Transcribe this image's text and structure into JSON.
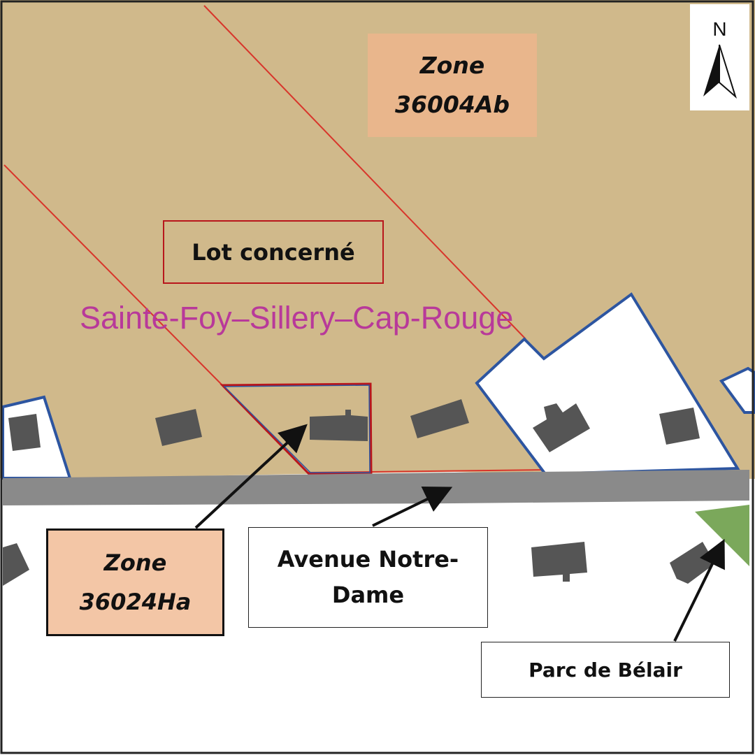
{
  "map": {
    "district": "Sainte-Foy–Sillery–Cap-Rouge",
    "north_letter": "N",
    "labels": {
      "zone_ab_line1": "Zone",
      "zone_ab_line2": "36004Ab",
      "lot": "Lot concerné",
      "zone_ha_line1": "Zone",
      "zone_ha_line2": "36024Ha",
      "street_line1": "Avenue Notre-",
      "street_line2": "Dame",
      "park": "Parc de Bélair"
    },
    "colors": {
      "zone_fill": "#d0b98b",
      "road": "#8a8a8a",
      "lot_line": "#d8352b",
      "lot_outline": "#b8161c",
      "parcel_outline": "#2d55a0",
      "building": "#555555",
      "park": "#7ba85b",
      "district_text": "#b8399a",
      "label_ab_fill": "#e9b68c",
      "label_ha_fill": "#f3c6a6"
    }
  }
}
